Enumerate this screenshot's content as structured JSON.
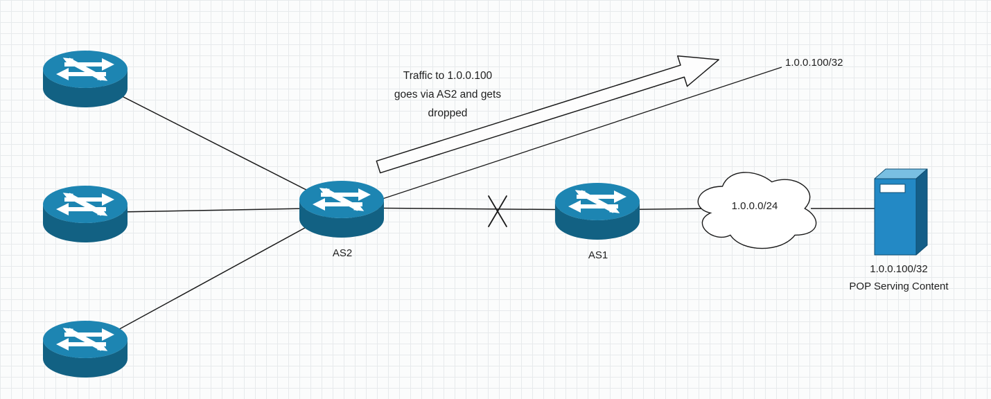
{
  "colors": {
    "router_top": "#1d85b2",
    "router_body": "#126183",
    "server_front": "#2389c5",
    "server_top": "#79bfe2",
    "server_side": "#145e88",
    "line": "#1a1a1a"
  },
  "nodes": {
    "as2": {
      "label": "AS2"
    },
    "as1": {
      "label": "AS1"
    },
    "cloud": {
      "label": "1.0.0.0/24"
    },
    "server": {
      "label_line1": "1.0.0.100/32",
      "label_line2": "POP Serving Content"
    }
  },
  "annotation": {
    "line1": "Traffic to 1.0.0.100",
    "line2": "goes via AS2 and gets",
    "line3": "dropped"
  },
  "route_label": "1.0.0.100/32"
}
